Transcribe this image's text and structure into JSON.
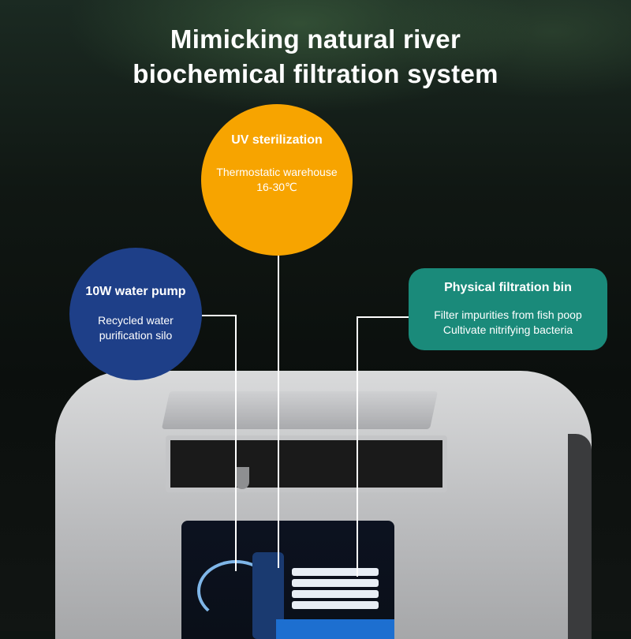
{
  "title": {
    "line1": "Mimicking natural river",
    "line2": "biochemical filtration system"
  },
  "callouts": {
    "uv": {
      "heading": "UV sterilization",
      "line1": "Thermostatic warehouse",
      "line2": "16-30℃",
      "color": "#f7a400"
    },
    "pump": {
      "heading": "10W water pump",
      "line1": "Recycled water",
      "line2": "purification silo",
      "color": "#1e3f88"
    },
    "physical": {
      "heading": "Physical filtration bin",
      "line1": "Filter impurities from fish poop",
      "line2": "Cultivate nitrifying bacteria",
      "color": "#1a8a7a"
    }
  }
}
